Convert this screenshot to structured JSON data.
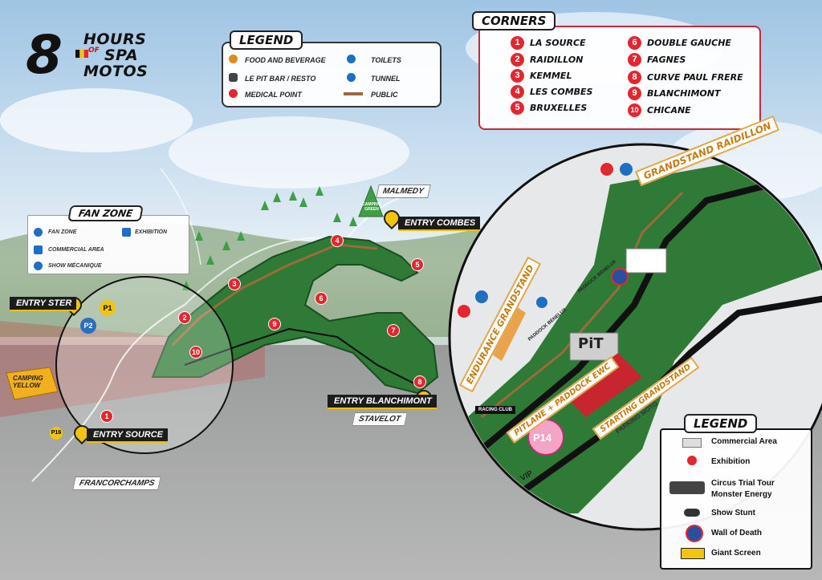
{
  "event": {
    "logo_number": "8",
    "logo_line1": "HOURS",
    "logo_of": "OF",
    "logo_line2": "SPA",
    "logo_line3": "MOTOS"
  },
  "legend_top": {
    "title": "LEGEND",
    "items": [
      {
        "label": "FOOD AND BEVERAGE",
        "icon": "food-icon",
        "color": "#e08a1e"
      },
      {
        "label": "LE PIT BAR / RESTO",
        "icon": "pit-bar-icon",
        "color": "#444444"
      },
      {
        "label": "MEDICAL POINT",
        "icon": "medical-cross-icon",
        "color": "#e3262f"
      },
      {
        "label": "TOILETS",
        "icon": "toilet-icon",
        "color": "#1e6fc2"
      },
      {
        "label": "TUNNEL",
        "icon": "tunnel-icon",
        "color": "#1e6fc2"
      },
      {
        "label": "PUBLIC",
        "icon": "public-line-icon",
        "color": "#9c6a3c"
      }
    ]
  },
  "corners": {
    "title": "CORNERS",
    "items": [
      {
        "num": "1",
        "name": "LA SOURCE"
      },
      {
        "num": "2",
        "name": "RAIDILLON"
      },
      {
        "num": "3",
        "name": "KEMMEL"
      },
      {
        "num": "4",
        "name": "LES COMBES"
      },
      {
        "num": "5",
        "name": "BRUXELLES"
      },
      {
        "num": "6",
        "name": "DOUBLE GAUCHE"
      },
      {
        "num": "7",
        "name": "FAGNES"
      },
      {
        "num": "8",
        "name": "CURVE PAUL FRERE"
      },
      {
        "num": "9",
        "name": "BLANCHIMONT"
      },
      {
        "num": "10",
        "name": "CHICANE"
      }
    ]
  },
  "fan_zone": {
    "title": "FAN ZONE",
    "items": [
      {
        "label": "FAN ZONE",
        "icon": "fan-zone-icon"
      },
      {
        "label": "EXHIBITION",
        "icon": "exhibition-icon"
      },
      {
        "label": "COMMERCIAL AREA",
        "icon": "commercial-area-icon"
      },
      {
        "label": "SHOW MÉCANIQUE",
        "icon": "show-mecanique-icon"
      }
    ]
  },
  "map_labels": {
    "malmedy": "MALMEDY",
    "stavelot": "STAVELOT",
    "francorchamps": "FRANCORCHAMPS",
    "camping_yellow": "CAMPING YELLOW",
    "camping_green": "CAMPING GREEN",
    "entry_combes": "ENTRY COMBES",
    "entry_ster": "ENTRY STER",
    "entry_source": "ENTRY SOURCE",
    "entry_blanchimont": "ENTRY BLANCHIMONT",
    "p1": "P1",
    "p2": "P2",
    "p16": "P16",
    "p14": "P14"
  },
  "detail": {
    "grandstand_raidillon": "GRANDSTAND RAIDILLON",
    "endurance_grandstand": "ENDURANCE GRANDSTAND",
    "pitlane_paddock": "PITLANE + PADDOCK EWC",
    "starting_grandstand": "STARTING GRANDSTAND",
    "parking_moto": "PARKING MOTO",
    "pit_logo": "PiT",
    "paddock_label_1": "PADDOCK BENELUX",
    "paddock_label_2": "PADDOCK BENELUX",
    "vip": "VIP",
    "racing_club": "RACING CLUB"
  },
  "legend_bottom": {
    "title": "LEGEND",
    "items": [
      {
        "label": "Commercial Area",
        "icon": "commercial-area-icon"
      },
      {
        "label": "Exhibition",
        "icon": "exhibition-pin-icon"
      },
      {
        "label": "Circus Trial Tour Monster Energy",
        "icon": "trial-bike-icon"
      },
      {
        "label": "Show Stunt",
        "icon": "stunt-bike-icon"
      },
      {
        "label": "Wall of Death",
        "icon": "wall-of-death-icon"
      },
      {
        "label": "Giant Screen",
        "icon": "giant-screen-icon"
      }
    ]
  },
  "colors": {
    "track_green": "#2f7a36",
    "accent_red": "#e3262f",
    "accent_yellow": "#f1c40f",
    "public_brown": "#9c6a3c"
  }
}
